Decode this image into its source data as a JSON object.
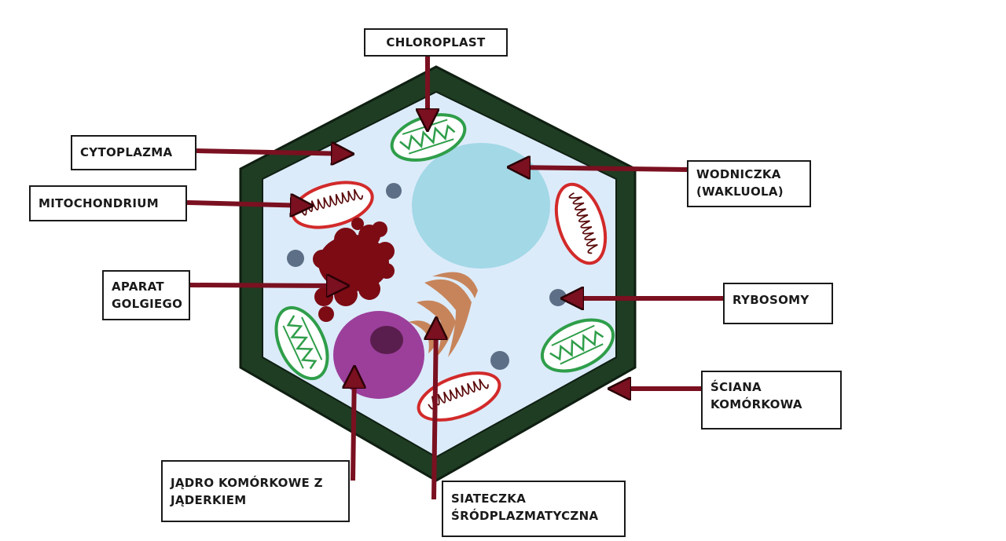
{
  "labels": {
    "chloroplast": [
      "CHLOROPLAST"
    ],
    "cytoplazma": [
      "CYTOPLAZMA"
    ],
    "mitochondrium": [
      "MITOCHONDRIUM"
    ],
    "aparat_golgiego": [
      "APARAT",
      "GOLGIEGO"
    ],
    "wodniczka": [
      "WODNICZKA",
      "(WAKLUOLA)"
    ],
    "rybosomy": [
      "RYBOSOMY"
    ],
    "sciana": [
      "ŚCIANA",
      "KOMÓRKOWA"
    ],
    "jadro": [
      "JĄDRO KOMÓRKOWE Z",
      "JĄDERKIEM"
    ],
    "siateczka": [
      "SIATECZKA",
      "ŚRÓDPLAZMATYCZNA"
    ]
  },
  "colors": {
    "cell_wall": "#1f3d23",
    "cytoplasm": "#dcebfa",
    "vacuole": "#a3d8e6",
    "arrow": "#7a1020",
    "chloroplast": "#2f9e4a",
    "mitochondrion": "#d22a2a",
    "golgi": "#7c0b14",
    "nucleus": "#9b3f9b",
    "nucleolus": "#5a1e4e",
    "er": "#c7845a",
    "ribosome": "#5c6f86"
  }
}
